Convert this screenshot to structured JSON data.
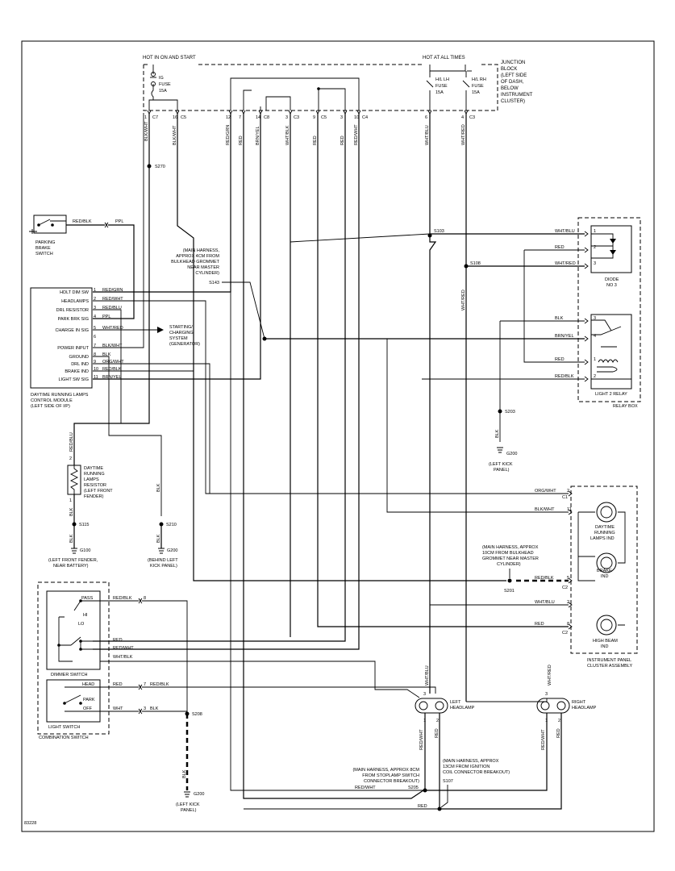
{
  "figure_id": "83228",
  "hot_in_on_start": "HOT IN ON AND START",
  "hot_at_all_times": "HOT AT ALL TIMES",
  "junction_block": [
    "JUNCTION",
    "BLOCK",
    "(LEFT SIDE",
    "OF DASH,",
    "BELOW",
    "INSTRUMENT",
    "CLUSTER)"
  ],
  "fuses": {
    "ig": [
      "IG",
      "FUSE",
      "15A"
    ],
    "hl_lh": [
      "H/L LH",
      "FUSE",
      "15A"
    ],
    "hl_rh": [
      "H/L RH",
      "FUSE",
      "15A"
    ]
  },
  "top_connectors": [
    {
      "pin": "1",
      "conn": "C7",
      "wire": "BLK/WHT"
    },
    {
      "pin": "16",
      "conn": "C5",
      "wire": "BLK/WHT"
    },
    {
      "pin": "12",
      "conn": "",
      "wire": "RED/GRN"
    },
    {
      "pin": "7",
      "conn": "",
      "wire": "RED"
    },
    {
      "pin": "14",
      "conn": "C8",
      "wire": "BRN/YEL"
    },
    {
      "pin": "3",
      "conn": "C3",
      "wire": "WHT/BLK"
    },
    {
      "pin": "9",
      "conn": "C5",
      "wire": "RED"
    },
    {
      "pin": "3",
      "conn": "",
      "wire": "RED"
    },
    {
      "pin": "10",
      "conn": "C4",
      "wire": "RED/WHT"
    },
    {
      "pin": "6",
      "conn": "",
      "wire": "WHT/BLU"
    },
    {
      "pin": "4",
      "conn": "C3",
      "wire": "WHT/RED"
    }
  ],
  "splices": {
    "s270": "S270",
    "s103": "S103",
    "s108": "S108",
    "s143": "S143",
    "s203": "S203",
    "s115": "S115",
    "s210": "S210",
    "s201": "S201",
    "s208": "S208",
    "s205": "S205",
    "s107": "S107"
  },
  "grounds": {
    "g100": "G100",
    "g200a": "G200",
    "g200b": "G200",
    "g200c": "G200"
  },
  "parking_brake": {
    "label": [
      "PARKING",
      "BRAKE",
      "SWITCH"
    ],
    "wire1": "RED/BLK",
    "wire2": "PPL"
  },
  "s143_note": [
    "(MAIN HARNESS,",
    "APPROX 4CM FROM",
    "BULKHEAD GROMMET",
    "NEAR MASTER",
    "CYLINDER)"
  ],
  "module": {
    "label": [
      "DAYTIME RUNNING LAMPS",
      "CONTROL MODULE",
      "(LEFT SIDE OF I/P)"
    ],
    "pins": [
      {
        "name": "HDLT DIM SW",
        "num": "1",
        "wire": "RED/GRN"
      },
      {
        "name": "HEADLAMPS",
        "num": "2",
        "wire": "RED/WHT"
      },
      {
        "name": "DRL RESISTOR",
        "num": "3",
        "wire": "RED/BLU"
      },
      {
        "name": "PARK BRK SIG",
        "num": "4",
        "wire": "PPL"
      },
      {
        "name": "CHARGE IN SIG",
        "num": "5",
        "wire": "WHT/RED"
      },
      {
        "name": "",
        "num": "6",
        "wire": ""
      },
      {
        "name": "POWER INPUT",
        "num": "7",
        "wire": "BLK/WHT"
      },
      {
        "name": "GROUND",
        "num": "8",
        "wire": "BLK"
      },
      {
        "name": "DRL IND",
        "num": "9",
        "wire": "ORG/WHT"
      },
      {
        "name": "BRAKE IND",
        "num": "10",
        "wire": "RED/BLK"
      },
      {
        "name": "LIGHT SW SIG",
        "num": "11",
        "wire": "BRN/YEL"
      }
    ]
  },
  "charging": [
    "STARTING/",
    "CHARGING",
    "SYSTEM",
    "(GENERATOR)"
  ],
  "relay_box": {
    "label": "RELAY BOX",
    "diode_label": [
      "DIODE",
      "NO 3"
    ],
    "relay_label": "LIGHT 2 RELAY",
    "diode_wires": [
      {
        "w": "WHT/BLU",
        "p": "1"
      },
      {
        "w": "RED",
        "p": "2"
      },
      {
        "w": "WHT/RED",
        "p": "3"
      }
    ],
    "relay_wires": [
      {
        "w": "BLK",
        "p": "3"
      },
      {
        "w": "BRN/YEL",
        "p": "4"
      },
      {
        "w": "RED",
        "p": "1"
      },
      {
        "w": "RED/BLK",
        "p": "2"
      }
    ],
    "s108_wire": "WHT/RED"
  },
  "left_kick_panel": [
    "(LEFT KICK",
    "PANEL)"
  ],
  "drl_resistor": {
    "label": [
      "DAYTIME",
      "RUNNING",
      "LAMPS",
      "RESISTOR",
      "(LEFT FRONT",
      "FENDER)"
    ],
    "wire_top": "RED/BLU",
    "wire_bot": "BLK",
    "pin_top": "2",
    "pin_bot": "1"
  },
  "g100_label": [
    "(LEFT FRONT FENDER,",
    "NEAR BATTERY)"
  ],
  "g200_kick_label": [
    "(BEHIND LEFT",
    "KICK PANEL)"
  ],
  "cluster": {
    "label": [
      "INSTRUMENT PANEL",
      "CLUSTER ASSEMBLY"
    ],
    "wires": [
      {
        "w": "ORG/WHT",
        "p": "2"
      },
      {
        "w": "BLK/WHT",
        "p": "11"
      },
      {
        "w": "RED/BLK",
        "p": "5"
      },
      {
        "w": "WHT/BLU",
        "p": "2"
      },
      {
        "w": "RED",
        "p": "8"
      }
    ],
    "conns": [
      "C1",
      "C2",
      "C2"
    ],
    "drl_ind": [
      "DAYTIME",
      "RUNNING",
      "LAMPS IND"
    ],
    "brake_ind": [
      "BRAKE",
      "IND"
    ],
    "high_beam_ind": [
      "HIGH BEAM",
      "IND"
    ]
  },
  "s201_note": [
    "(MAIN HARNESS, APPROX",
    "10CM FROM BULKHEAD",
    "GROMMET NEAR MASTER",
    "CYLINDER)"
  ],
  "combination_switch": {
    "label": "COMBINATION SWITCH",
    "dimmer": "DIMMER SWITCH",
    "light": "LIGHT SWITCH",
    "pass": "PASS",
    "hi": "HI",
    "lo": "LO",
    "head": "HEAD",
    "park": "PARK",
    "off": "OFF",
    "wires": [
      "RED/BLK",
      "RED",
      "RED/WHT",
      "WHT/BLK",
      "RED",
      "RED/BLK",
      "WHT",
      "BLK"
    ],
    "pins": [
      "8",
      "7",
      "3"
    ]
  },
  "left_headlamp": {
    "label": [
      "LEFT",
      "HEADLAMP"
    ],
    "wires": [
      "WHT/BLU",
      "RED/WHT",
      "RED"
    ],
    "pins": [
      "3",
      "1",
      "2"
    ]
  },
  "right_headlamp": {
    "label": [
      "RIGHT",
      "HEADLAMP"
    ],
    "wires": [
      "WHT/RED",
      "RED/WHT",
      "RED"
    ],
    "pins": [
      "3",
      "1",
      "2"
    ]
  },
  "s205_note": [
    "(MAIN HARNESS, APPROX 8CM",
    "FROM STOPLAMP SWITCH",
    "CONNECTOR BREAKOUT)"
  ],
  "s107_note": [
    "(MAIN HARNESS, APPROX",
    "13CM FROM IGNITION",
    "COIL CONNECTOR BREAKOUT)"
  ],
  "bottom_wires": [
    "RED/WHT",
    "RED"
  ]
}
